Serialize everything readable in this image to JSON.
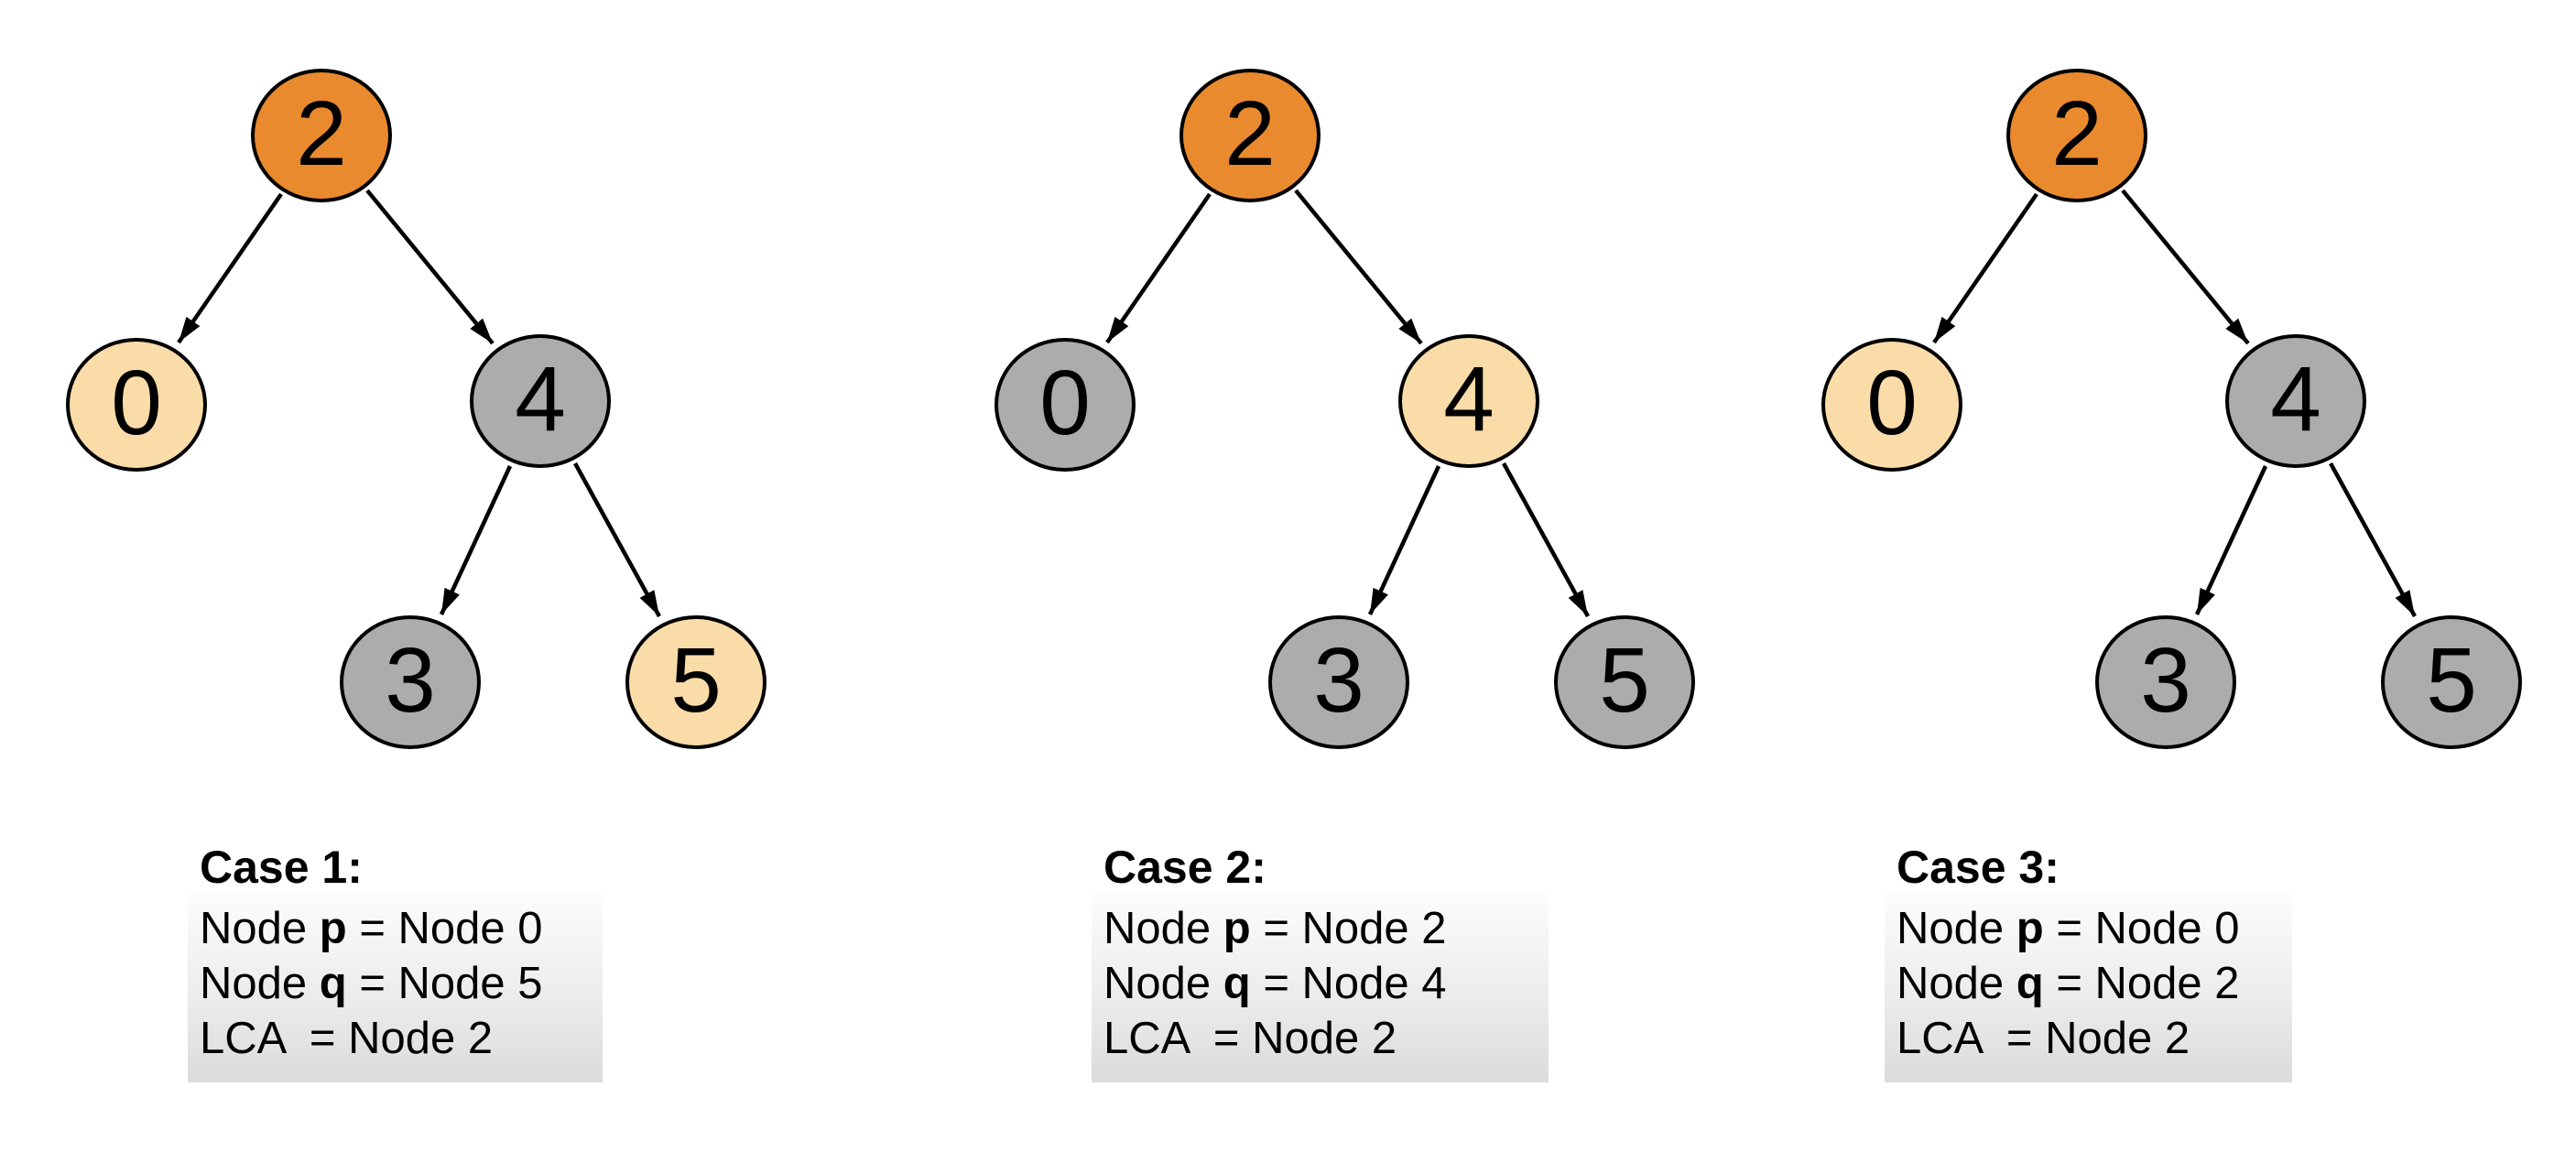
{
  "diagram": {
    "description": "Lowest Common Ancestor binary tree cases"
  },
  "colors": {
    "root_orange": "#E98A2E",
    "highlight_peach": "#FADCA9",
    "node_gray": "#ACACAC",
    "stroke_black": "#000000",
    "box_gradient_top": "#FCFCFC",
    "box_gradient_bottom": "#DBDBDB"
  },
  "trees": [
    {
      "name": "case-1-tree",
      "nodes": [
        {
          "value": "2",
          "fill": "#E98A2E"
        },
        {
          "value": "0",
          "fill": "#FADCA9"
        },
        {
          "value": "4",
          "fill": "#ACACAC"
        },
        {
          "value": "3",
          "fill": "#ACACAC"
        },
        {
          "value": "5",
          "fill": "#FADCA9"
        }
      ]
    },
    {
      "name": "case-2-tree",
      "nodes": [
        {
          "value": "2",
          "fill": "#E98A2E"
        },
        {
          "value": "0",
          "fill": "#ACACAC"
        },
        {
          "value": "4",
          "fill": "#FADCA9"
        },
        {
          "value": "3",
          "fill": "#ACACAC"
        },
        {
          "value": "5",
          "fill": "#ACACAC"
        }
      ]
    },
    {
      "name": "case-3-tree",
      "nodes": [
        {
          "value": "2",
          "fill": "#E98A2E"
        },
        {
          "value": "0",
          "fill": "#FADCA9"
        },
        {
          "value": "4",
          "fill": "#ACACAC"
        },
        {
          "value": "3",
          "fill": "#ACACAC"
        },
        {
          "value": "5",
          "fill": "#ACACAC"
        }
      ]
    }
  ],
  "cases": [
    {
      "heading": "Case 1:",
      "lines": [
        {
          "prefix": "Node ",
          "var": "p",
          "rest": " = Node 0"
        },
        {
          "prefix": "Node ",
          "var": "q",
          "rest": " = Node 5"
        },
        {
          "prefix": "LCA ",
          "var": "",
          "rest": " = Node 2"
        }
      ]
    },
    {
      "heading": "Case 2:",
      "lines": [
        {
          "prefix": "Node ",
          "var": "p",
          "rest": " = Node 2"
        },
        {
          "prefix": "Node ",
          "var": "q",
          "rest": " = Node 4"
        },
        {
          "prefix": "LCA ",
          "var": "",
          "rest": " = Node 2"
        }
      ]
    },
    {
      "heading": "Case 3:",
      "lines": [
        {
          "prefix": "Node ",
          "var": "p",
          "rest": " = Node 0"
        },
        {
          "prefix": "Node ",
          "var": "q",
          "rest": " = Node 2"
        },
        {
          "prefix": "LCA ",
          "var": "",
          "rest": " = Node 2"
        }
      ]
    }
  ]
}
